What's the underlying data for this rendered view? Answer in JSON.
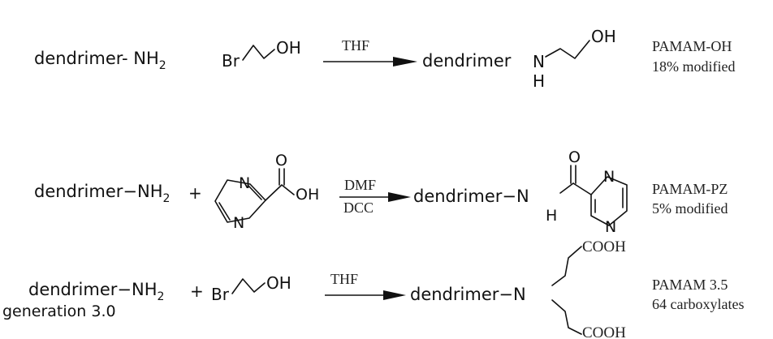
{
  "reactions": [
    {
      "reactant": {
        "prefix": "dendrimer",
        "dash": "- ",
        "group": "NH",
        "sub": "2"
      },
      "plus": "",
      "reagent": {
        "label": "Br",
        "tail": "OH"
      },
      "conditions": [
        "THF"
      ],
      "product": {
        "prefix": "dendrimer",
        "n": "N",
        "h": "H",
        "oh": "OH"
      },
      "name": "PAMAM-OH",
      "note": "18% modified"
    },
    {
      "reactant": {
        "prefix": "dendrimer",
        "dash": "−",
        "group": "NH",
        "sub": "2"
      },
      "plus": "+",
      "reagent": {
        "n_top": "N",
        "n_bottom": "N",
        "carbonyl_o": "O",
        "acid_oh": "OH"
      },
      "conditions": [
        "DMF",
        "DCC"
      ],
      "product": {
        "prefix": "dendrimer",
        "dash": "−",
        "n": "N",
        "h": "H",
        "o": "O",
        "ring_n_top": "N",
        "ring_n_bottom": "N"
      },
      "name": "PAMAM-PZ",
      "note": "5% modified"
    },
    {
      "reactant": {
        "prefix": "dendrimer",
        "dash": "−",
        "group": "NH",
        "sub": "2",
        "caption": "generation 3.0"
      },
      "plus": "+",
      "reagent": {
        "label": "Br",
        "tail": "OH"
      },
      "conditions": [
        "THF"
      ],
      "product": {
        "prefix": "dendrimer",
        "dash": "−",
        "n": "N",
        "cooh_top": "COOH",
        "cooh_bottom": "COOH"
      },
      "name": "PAMAM 3.5",
      "note": "64 carboxylates"
    }
  ]
}
